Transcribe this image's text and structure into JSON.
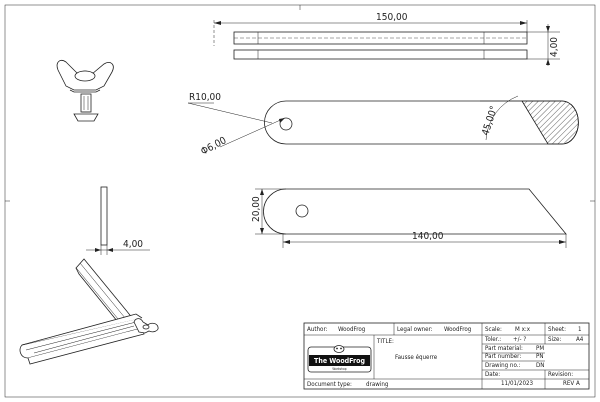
{
  "dimensions": {
    "length_top": "150,00",
    "thickness_top": "4,00",
    "radius": "R10,00",
    "hole": "Φ6,00",
    "angle": "45,00°",
    "height": "20,00",
    "length_side": "140,00",
    "thickness_side": "4,00"
  },
  "title_block": {
    "author_label": "Author:",
    "author": "WoodFrog",
    "legal_owner_label": "Legal owner:",
    "legal_owner": "WoodFrog",
    "scale_label": "Scale:",
    "scale": "M x:x",
    "sheet_label": "Sheet:",
    "sheet": "1",
    "toler_label": "Toler.:",
    "toler": "+/- ?",
    "size_label": "Size:",
    "size": "A4",
    "title_label": "TITLE:",
    "title": "Fausse équerre",
    "part_material_label": "Part material:",
    "part_material": "PM",
    "part_number_label": "Part number:",
    "part_number": "PN",
    "drawing_no_label": "Drawing no.:",
    "drawing_no": "DN",
    "date_label": "Date:",
    "date": "11/01/2023",
    "revision_label": "Revision:",
    "revision": "REV A",
    "document_type_label": "Document type:",
    "document_type": "drawing",
    "logo_text": "The WoodFrog",
    "logo_sub": "Workshop"
  }
}
